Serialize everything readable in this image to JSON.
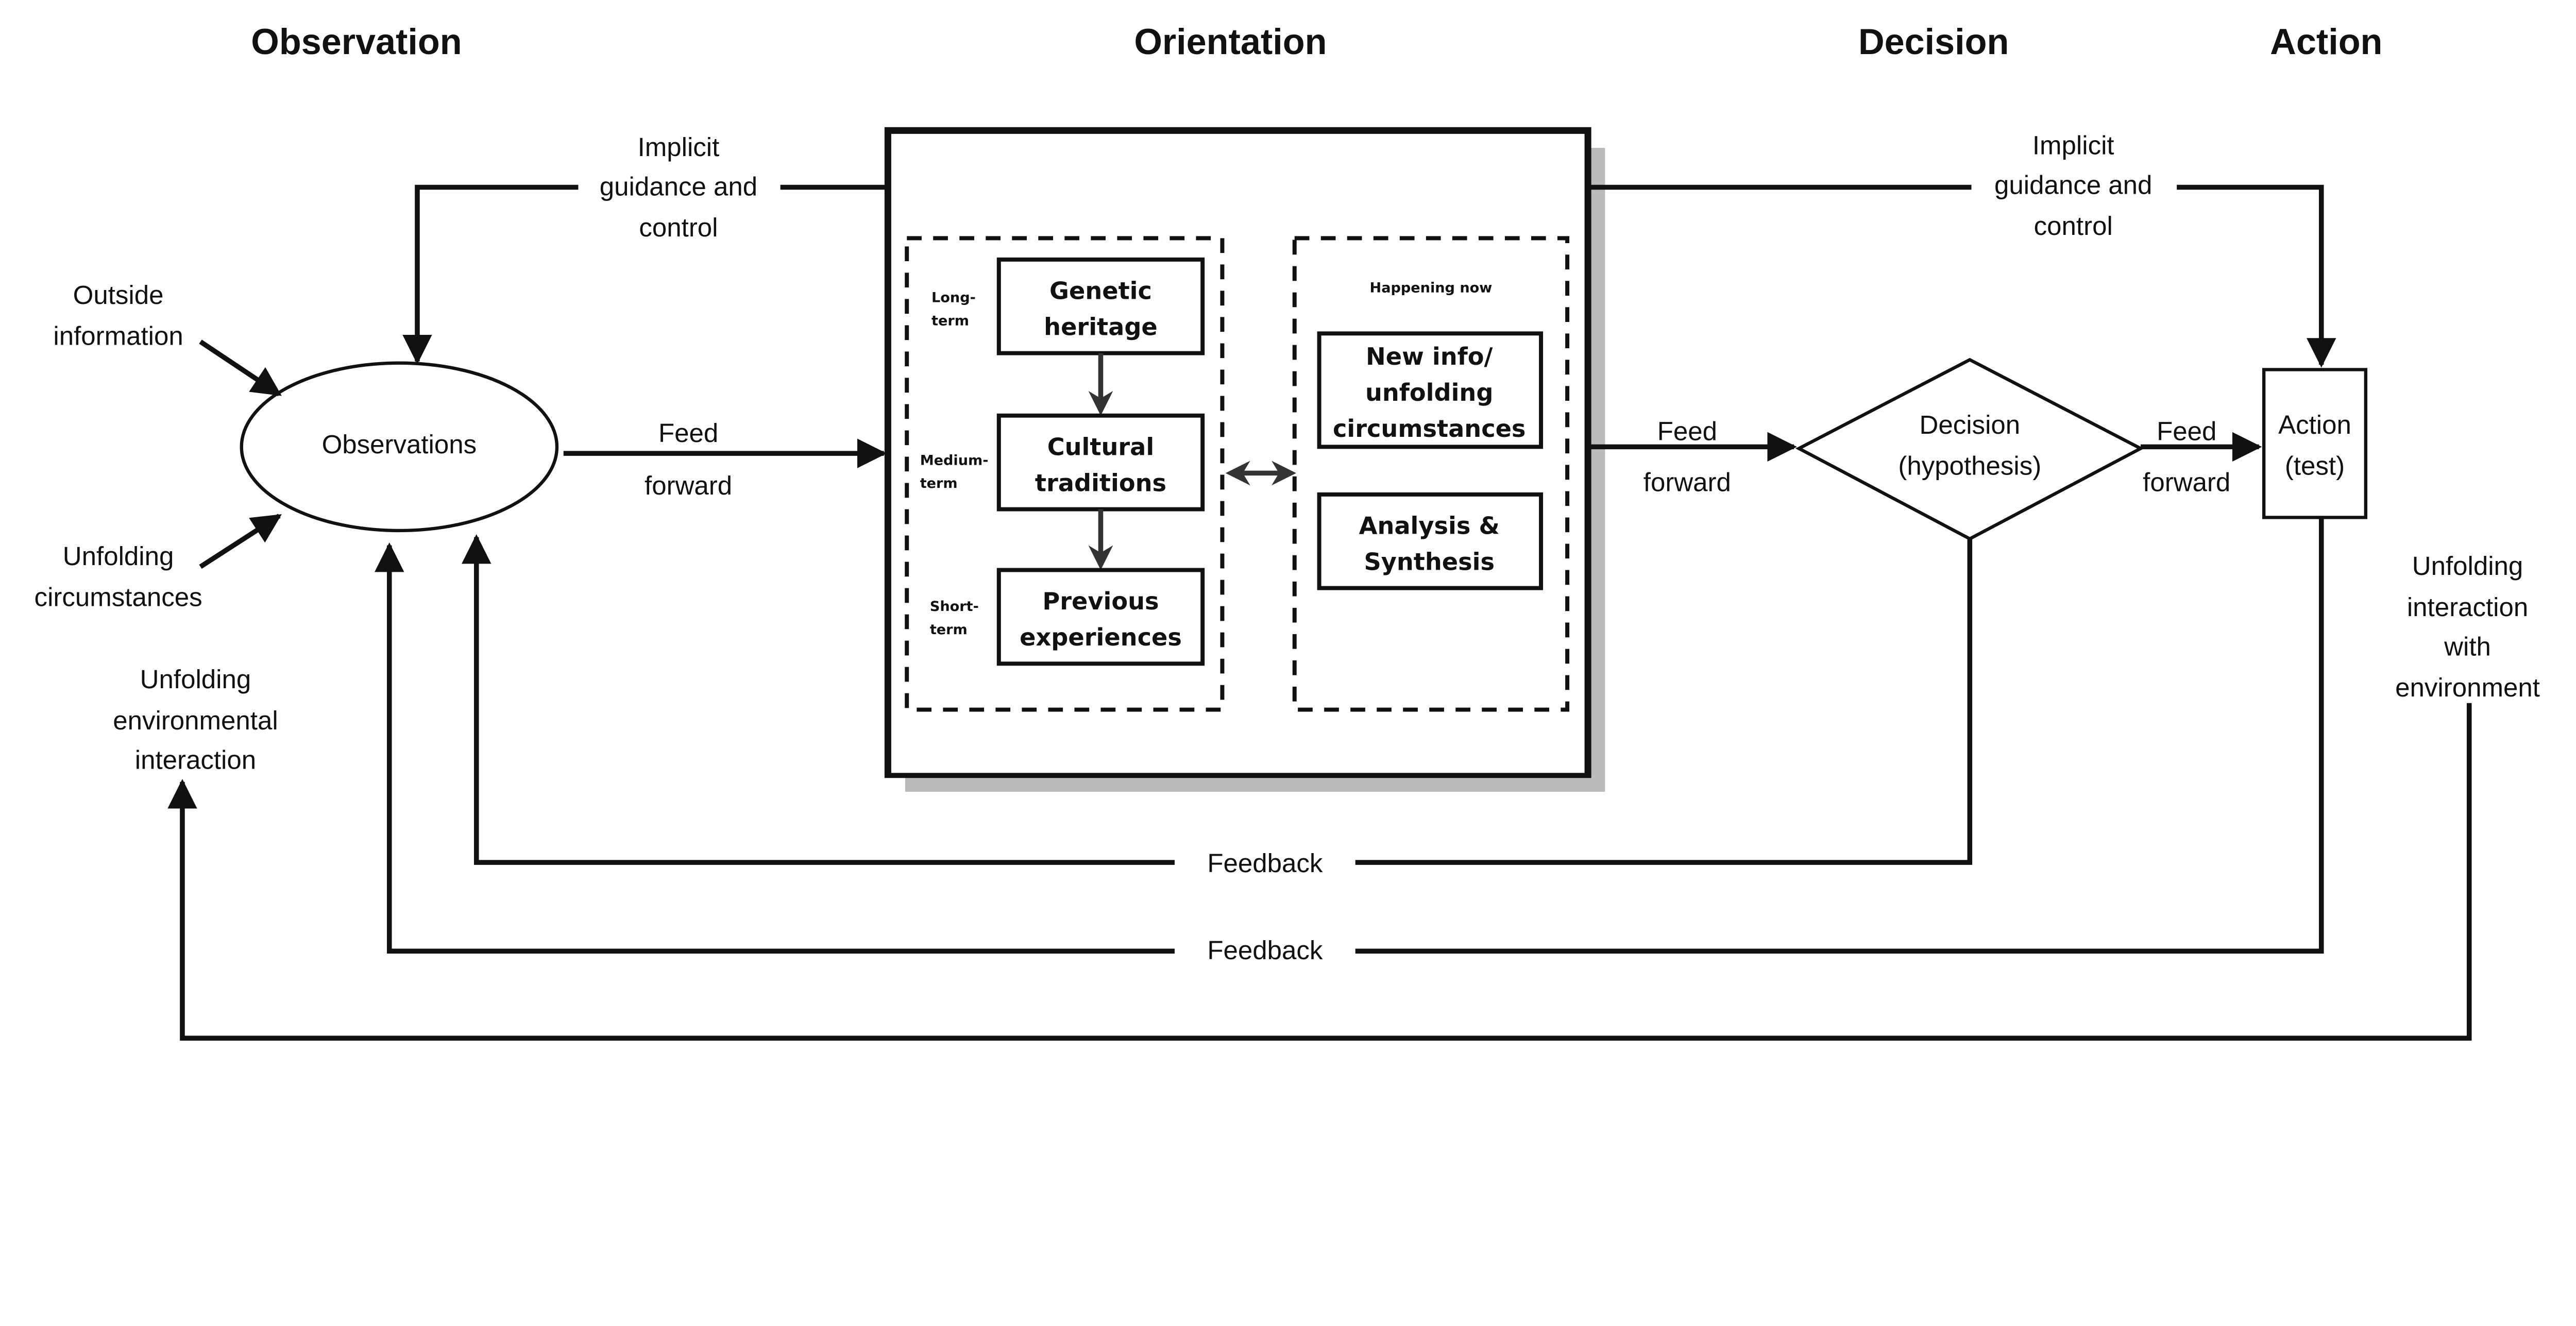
{
  "headings": {
    "observation": "Observation",
    "orientation": "Orientation",
    "decision": "Decision",
    "action": "Action"
  },
  "observations_node": "Observations",
  "left_guidance": [
    "Implicit",
    "guidance and",
    "control"
  ],
  "right_guidance": [
    "Implicit",
    "guidance and",
    "control"
  ],
  "outside_information": [
    "Outside",
    "information"
  ],
  "unfolding_circumstances": [
    "Unfolding",
    "circumstances"
  ],
  "unfolding_env_interaction": [
    "Unfolding",
    "environmental",
    "interaction"
  ],
  "unfolding_interaction_env": [
    "Unfolding",
    "interaction",
    "with",
    "environment"
  ],
  "feed_forward": [
    "Feed",
    "forward"
  ],
  "feedback": "Feedback",
  "orientation": {
    "timescales": {
      "long": [
        "Long-",
        "term"
      ],
      "medium": [
        "Medium-",
        "term"
      ],
      "short": [
        "Short-",
        "term"
      ]
    },
    "genetic": [
      "Genetic",
      "heritage"
    ],
    "cultural": [
      "Cultural",
      "traditions"
    ],
    "previous": [
      "Previous",
      "experiences"
    ],
    "happening_now": "Happening now",
    "new_info": [
      "New info/",
      "unfolding",
      "circumstances"
    ],
    "analysis": [
      "Analysis &",
      "Synthesis"
    ]
  },
  "decision_node": [
    "Decision",
    "(hypothesis)"
  ],
  "action_node": [
    "Action",
    "(test)"
  ]
}
